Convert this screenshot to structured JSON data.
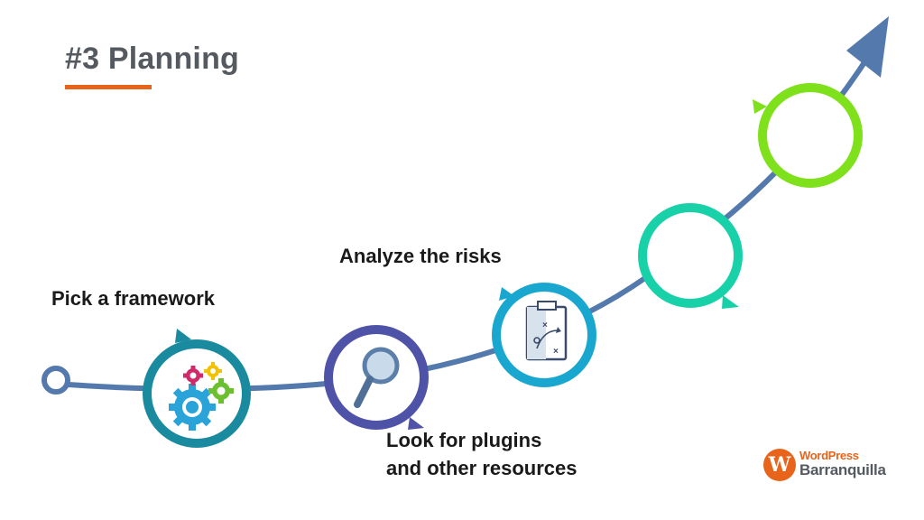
{
  "slide": {
    "title": "#3 Planning"
  },
  "steps": [
    {
      "label": "Pick a framework",
      "icon": "gears-icon"
    },
    {
      "label": "Look for plugins\nand other resources",
      "icon": "magnifier-icon"
    },
    {
      "label": "Analyze the risks",
      "icon": "strategy-board-icon"
    }
  ],
  "logo": {
    "line1": "WordPress",
    "line2": "Barranquilla",
    "mark": "W"
  },
  "colors": {
    "title": "#555a60",
    "accent": "#e8641b",
    "path": "#5479ad",
    "ring_teal": "#1a8a9e",
    "ring_indigo": "#4f53a8",
    "ring_cyan": "#1aa7cf",
    "ring_seagreen": "#19d1a9",
    "ring_lime": "#7fe01c"
  }
}
